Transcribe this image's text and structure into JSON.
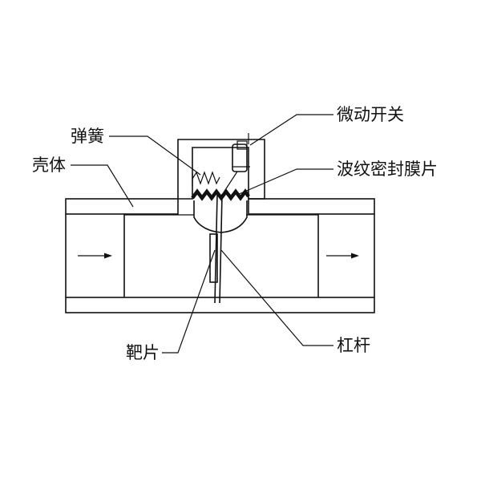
{
  "labels": {
    "micro_switch": "微动开关",
    "spring": "弹簧",
    "housing": "壳体",
    "bellows_seal": "波纹密封膜片",
    "target_plate": "靶片",
    "lever": "杠杆"
  },
  "colors": {
    "line": "#111111",
    "hatch": "#222222",
    "background": "#ffffff"
  }
}
